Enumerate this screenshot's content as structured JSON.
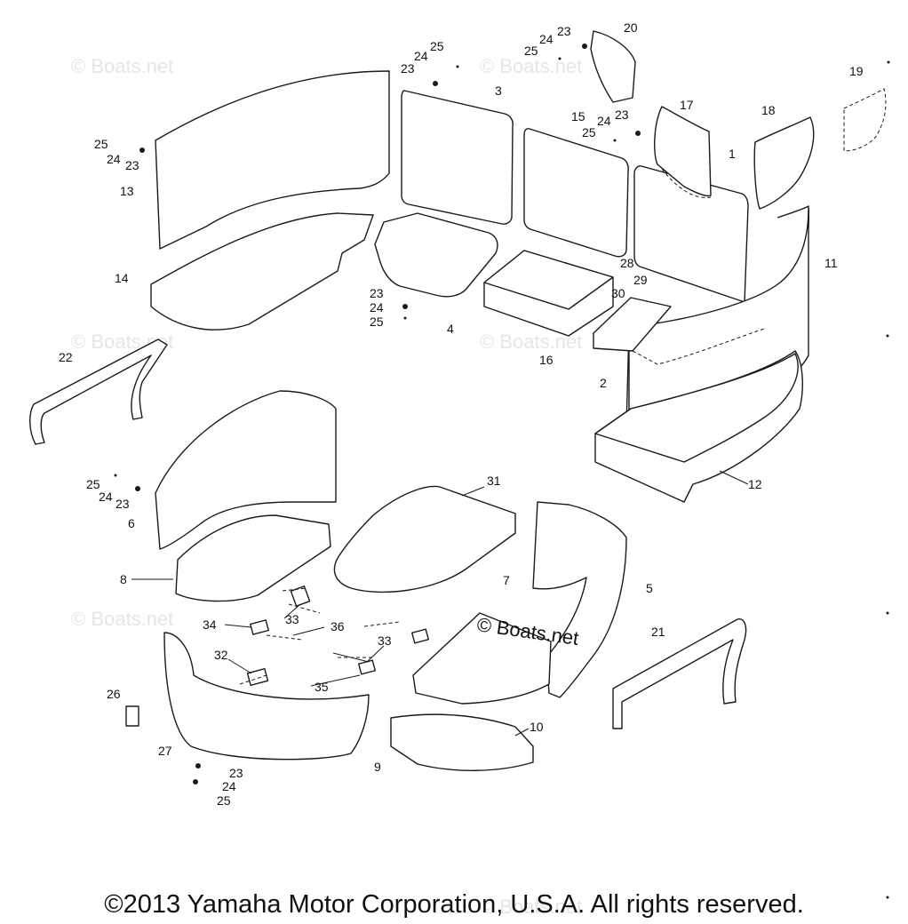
{
  "copyright": "©2013 Yamaha Motor Corporation, U.S.A. All rights reserved.",
  "watermark": "© Boats.net",
  "watermark_center": "© Boats.net",
  "callouts": [
    {
      "id": "c20",
      "text": "20"
    },
    {
      "id": "c25a",
      "text": "25"
    },
    {
      "id": "c24a",
      "text": "24"
    },
    {
      "id": "c23a",
      "text": "23"
    },
    {
      "id": "c25b",
      "text": "25"
    },
    {
      "id": "c24b",
      "text": "24"
    },
    {
      "id": "c23b",
      "text": "23"
    },
    {
      "id": "c19",
      "text": "19"
    },
    {
      "id": "c3",
      "text": "3"
    },
    {
      "id": "c17",
      "text": "17"
    },
    {
      "id": "c18",
      "text": "18"
    },
    {
      "id": "c15",
      "text": "15"
    },
    {
      "id": "c24c",
      "text": "24"
    },
    {
      "id": "c23c",
      "text": "23"
    },
    {
      "id": "c25c",
      "text": "25"
    },
    {
      "id": "c1",
      "text": "1"
    },
    {
      "id": "c25d",
      "text": "25"
    },
    {
      "id": "c24d",
      "text": "24"
    },
    {
      "id": "c23d",
      "text": "23"
    },
    {
      "id": "c13",
      "text": "13"
    },
    {
      "id": "c11",
      "text": "11"
    },
    {
      "id": "c28",
      "text": "28"
    },
    {
      "id": "c14",
      "text": "14"
    },
    {
      "id": "c29",
      "text": "29"
    },
    {
      "id": "c23e",
      "text": "23"
    },
    {
      "id": "c24e",
      "text": "24"
    },
    {
      "id": "c25e",
      "text": "25"
    },
    {
      "id": "c30",
      "text": "30"
    },
    {
      "id": "c4",
      "text": "4"
    },
    {
      "id": "c22",
      "text": "22"
    },
    {
      "id": "c16",
      "text": "16"
    },
    {
      "id": "c2",
      "text": "2"
    },
    {
      "id": "c31",
      "text": "31"
    },
    {
      "id": "c12",
      "text": "12"
    },
    {
      "id": "c25f",
      "text": "25"
    },
    {
      "id": "c24f",
      "text": "24"
    },
    {
      "id": "c23f",
      "text": "23"
    },
    {
      "id": "c6",
      "text": "6"
    },
    {
      "id": "c8",
      "text": "8"
    },
    {
      "id": "c7",
      "text": "7"
    },
    {
      "id": "c5",
      "text": "5"
    },
    {
      "id": "c34",
      "text": "34"
    },
    {
      "id": "c33a",
      "text": "33"
    },
    {
      "id": "c36",
      "text": "36"
    },
    {
      "id": "c33b",
      "text": "33"
    },
    {
      "id": "c21",
      "text": "21"
    },
    {
      "id": "c32",
      "text": "32"
    },
    {
      "id": "c35",
      "text": "35"
    },
    {
      "id": "c26",
      "text": "26"
    },
    {
      "id": "c10",
      "text": "10"
    },
    {
      "id": "c27",
      "text": "27"
    },
    {
      "id": "c23g",
      "text": "23"
    },
    {
      "id": "c24g",
      "text": "24"
    },
    {
      "id": "c25g",
      "text": "25"
    },
    {
      "id": "c9",
      "text": "9"
    }
  ]
}
